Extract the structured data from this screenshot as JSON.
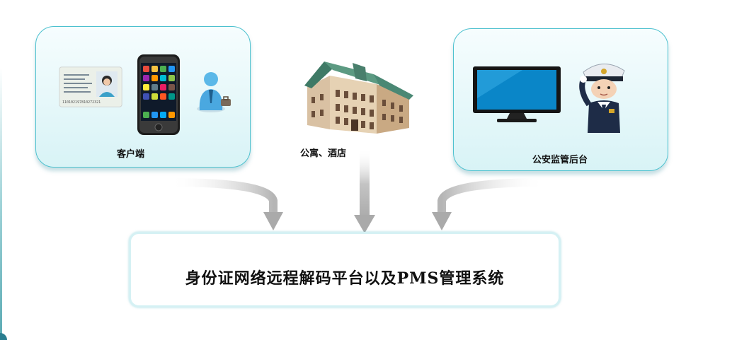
{
  "nodes": {
    "client": {
      "label": "客户端",
      "icons": [
        "id-card-icon",
        "smartphone-icon",
        "user-icon"
      ]
    },
    "hotel": {
      "label": "公寓、酒店",
      "icons": [
        "building-icon"
      ]
    },
    "police": {
      "label": "公安监管后台",
      "icons": [
        "monitor-icon",
        "police-officer-icon"
      ]
    },
    "platform": {
      "label": "身份证网络远程解码平台以及PMS管理系统"
    }
  },
  "id_card": {
    "number": "110102197810272321"
  },
  "colors": {
    "panel_border": "#4cc1cf",
    "panel_fill": "#d8f3f6",
    "arrow": "#b5b5b5",
    "screen": "#0a86c8"
  }
}
